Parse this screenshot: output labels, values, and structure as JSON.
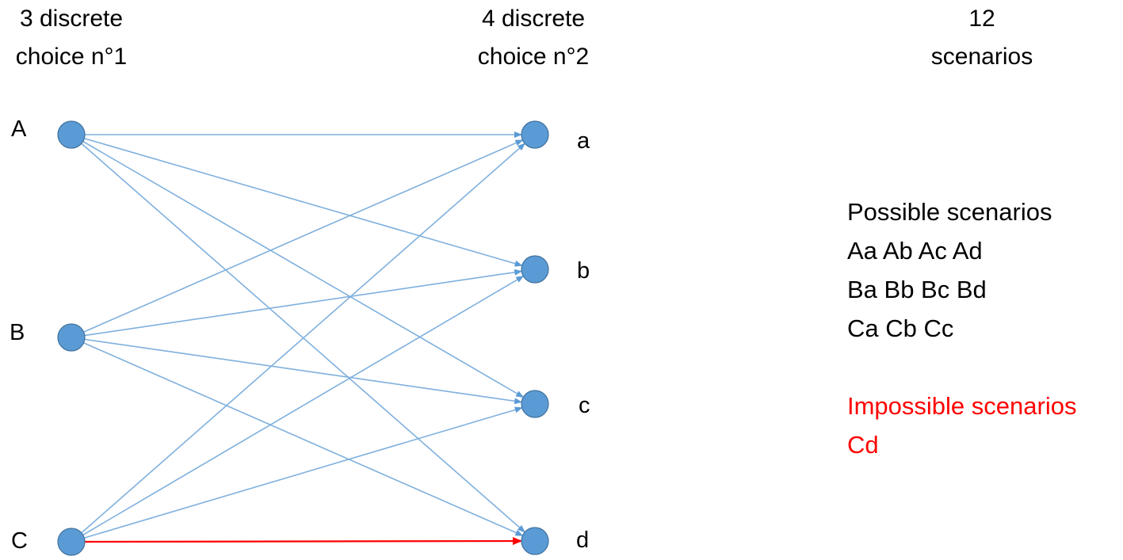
{
  "headers": {
    "left": [
      "3 discrete",
      "choice n°1"
    ],
    "middle": [
      "4 discrete",
      "choice n°2"
    ],
    "right": [
      "12",
      "scenarios"
    ]
  },
  "choice1_nodes": [
    "A",
    "B",
    "C"
  ],
  "choice2_nodes": [
    "a",
    "b",
    "c",
    "d"
  ],
  "edges": [
    {
      "from": "A",
      "to": "a",
      "possible": true
    },
    {
      "from": "A",
      "to": "b",
      "possible": true
    },
    {
      "from": "A",
      "to": "c",
      "possible": true
    },
    {
      "from": "A",
      "to": "d",
      "possible": true
    },
    {
      "from": "B",
      "to": "a",
      "possible": true
    },
    {
      "from": "B",
      "to": "b",
      "possible": true
    },
    {
      "from": "B",
      "to": "c",
      "possible": true
    },
    {
      "from": "B",
      "to": "d",
      "possible": true
    },
    {
      "from": "C",
      "to": "a",
      "possible": true
    },
    {
      "from": "C",
      "to": "b",
      "possible": true
    },
    {
      "from": "C",
      "to": "c",
      "possible": true
    },
    {
      "from": "C",
      "to": "d",
      "possible": false
    }
  ],
  "possible_scenarios": {
    "title": "Possible scenarios",
    "rows": [
      "Aa Ab Ac Ad",
      "Ba Bb Bc Bd",
      "Ca Cb Cc"
    ]
  },
  "impossible_scenarios": {
    "title": "Impossible scenarios",
    "rows": [
      "Cd"
    ]
  },
  "colors": {
    "node_fill": "#5b9bd5",
    "node_stroke": "#41719c",
    "edge": "#7fb0dd",
    "impossible": "#ff0000",
    "text": "#000000"
  }
}
